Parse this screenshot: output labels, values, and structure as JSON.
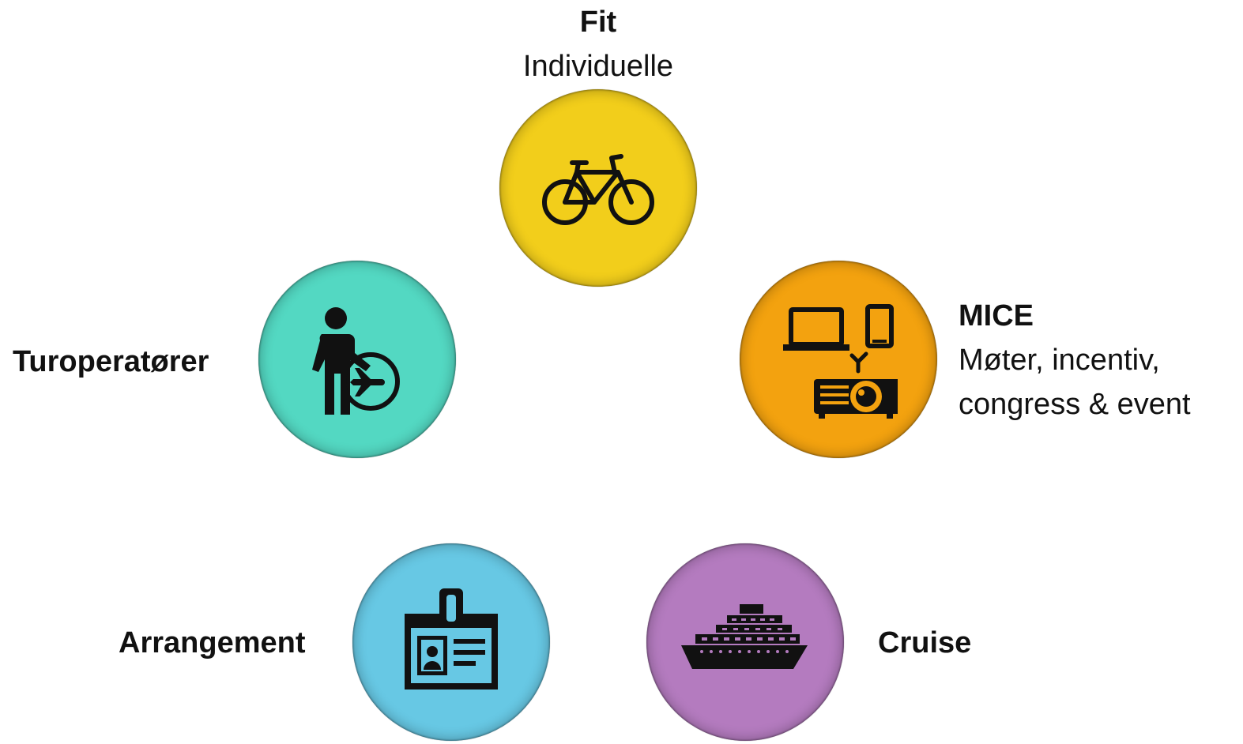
{
  "segments": {
    "fit": {
      "title": "Fit",
      "subtitle": "Individuelle",
      "color": "#F2CE1B",
      "icon": "bicycle-icon"
    },
    "mice": {
      "title": "MICE",
      "subtitle_line1": "Møter, incentiv,",
      "subtitle_line2": "congress & event",
      "color": "#F3A20F",
      "icon": "conference-devices-icon"
    },
    "turoperatorer": {
      "title": "Turoperatører",
      "color": "#53D8C2",
      "icon": "traveler-luggage-icon"
    },
    "arrangement": {
      "title": "Arrangement",
      "color": "#67C8E4",
      "icon": "id-badge-icon"
    },
    "cruise": {
      "title": "Cruise",
      "color": "#B47BBF",
      "icon": "cruise-ship-icon"
    }
  }
}
